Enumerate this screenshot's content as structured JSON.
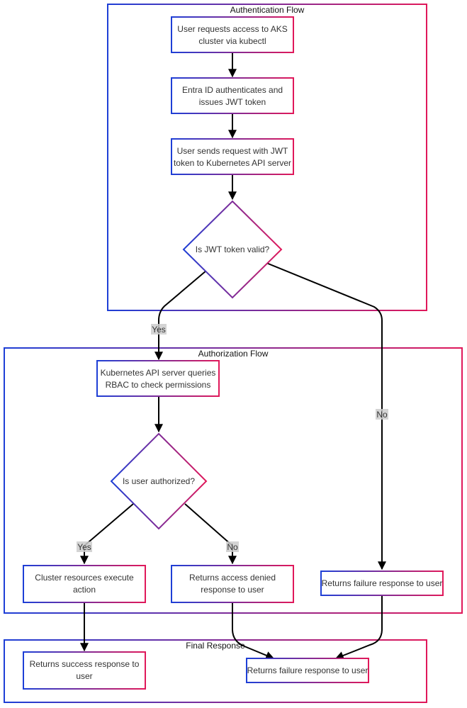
{
  "colors": {
    "gradient_start": "#1e3fd6",
    "gradient_end": "#e0185a",
    "edge": "#000000",
    "edge_label_bg": "#cccccc"
  },
  "groups": {
    "authentication": "Authentication Flow",
    "authorization": "Authorization Flow",
    "final": "Final Response"
  },
  "nodes": {
    "request_access": [
      "User requests access to AKS",
      "cluster via kubectl"
    ],
    "entra_auth": [
      "Entra ID authenticates and",
      "issues JWT token"
    ],
    "send_request": [
      "User sends request with JWT",
      "token to Kubernetes API server"
    ],
    "jwt_valid": [
      "Is JWT token valid?"
    ],
    "rbac_query": [
      "Kubernetes API server queries",
      "RBAC to check permissions"
    ],
    "user_authorized": [
      "Is user authorized?"
    ],
    "execute_action": [
      "Cluster resources execute",
      "action"
    ],
    "access_denied": [
      "Returns access denied",
      "response to user"
    ],
    "failure_auth": [
      "Returns failure response to user"
    ],
    "success_final": [
      "Returns success response to",
      "user"
    ],
    "failure_final": [
      "Returns failure response to user"
    ]
  },
  "edge_labels": {
    "jwt_yes": "Yes",
    "jwt_no": "No",
    "auth_yes": "Yes",
    "auth_no": "No"
  }
}
